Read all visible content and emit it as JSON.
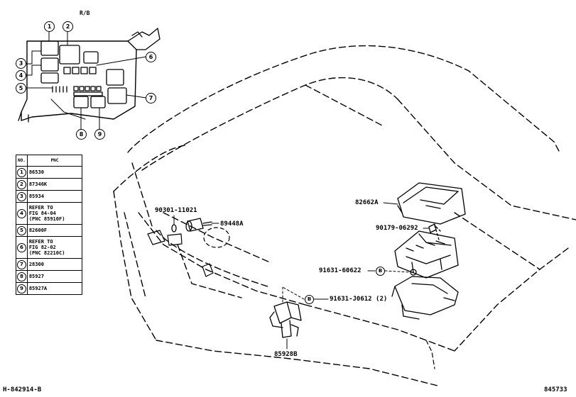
{
  "header_label": "R/B",
  "relay_box_callouts": [
    "1",
    "2",
    "3",
    "4",
    "5",
    "6",
    "7",
    "8",
    "9"
  ],
  "table": {
    "headers": [
      "NO.",
      "PNC"
    ],
    "rows": [
      {
        "no": "1",
        "lines": [
          "86530"
        ]
      },
      {
        "no": "2",
        "lines": [
          "87346K"
        ]
      },
      {
        "no": "3",
        "lines": [
          "85934"
        ]
      },
      {
        "no": "4",
        "lines": [
          "REFER TO",
          "FIG 84-04",
          "(PNC 85910F)"
        ]
      },
      {
        "no": "5",
        "lines": [
          "82600F"
        ]
      },
      {
        "no": "6",
        "lines": [
          "REFER TO",
          "FIG 82-02",
          "(PNC 82210C)"
        ]
      },
      {
        "no": "7",
        "lines": [
          "28300"
        ]
      },
      {
        "no": "8",
        "lines": [
          "85927"
        ]
      },
      {
        "no": "9",
        "lines": [
          "85927A"
        ]
      }
    ]
  },
  "part_labels": {
    "p90301": "90301-11021",
    "p89448a": "89448A",
    "p82662a": "82662A",
    "p90179": "90179-06292",
    "p91631_60622": "91631-60622",
    "p91631_j0612": "91631-J0612 (2)",
    "p85928b": "85928B",
    "callout_b": "B"
  },
  "footer": {
    "left": "H-842914-B",
    "right": "845733"
  }
}
